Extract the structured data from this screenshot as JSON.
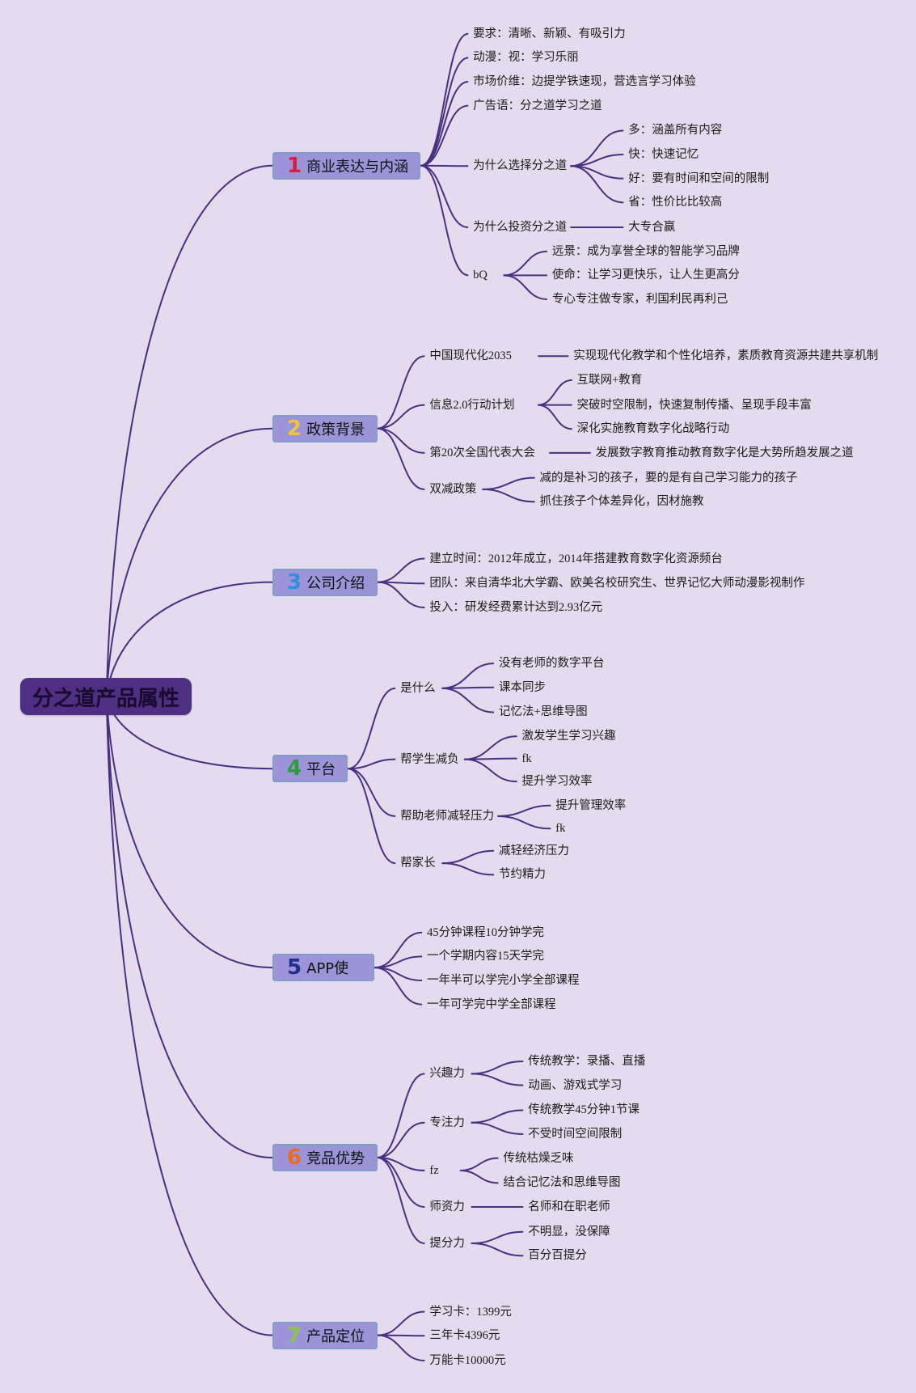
{
  "root": "分之道产品属性",
  "branches": [
    {
      "num": "1",
      "num_color": "#d81e3c",
      "label": "商业表达与内涵",
      "children": [
        {
          "text": "要求：清晰、新颖、有吸引力"
        },
        {
          "text": "动漫：视：学习乐丽"
        },
        {
          "text": "市场价维：边提学铁速现，营选言学习体验"
        },
        {
          "text": "广告语：分之道学习之道"
        },
        {
          "text": "为什么选择分之道",
          "children": [
            {
              "text": "多：涵盖所有内容"
            },
            {
              "text": "快：快速记忆"
            },
            {
              "text": "好：要有时间和空间的限制"
            },
            {
              "text": "省：性价比比较高"
            }
          ]
        },
        {
          "text": "为什么投资分之道",
          "children": [
            {
              "text": "大专合赢"
            }
          ]
        },
        {
          "text": "bQ",
          "children": [
            {
              "text": "远景：成为享誉全球的智能学习品牌"
            },
            {
              "text": "使命：让学习更快乐，让人生更高分"
            },
            {
              "text": "专心专注做专家，利国利民再利己"
            }
          ]
        }
      ]
    },
    {
      "num": "2",
      "num_color": "#f0c43a",
      "label": "政策背景",
      "children": [
        {
          "text": "中国现代化2035",
          "children": [
            {
              "text": "实现现代化教学和个性化培养，素质教育资源共建共享机制"
            }
          ]
        },
        {
          "text": "信息2.0行动计划",
          "children": [
            {
              "text": "互联网+教育"
            },
            {
              "text": "突破时空限制，快速复制传播、呈现手段丰富"
            },
            {
              "text": "深化实施教育数字化战略行动"
            }
          ]
        },
        {
          "text": "第20次全国代表大会",
          "children": [
            {
              "text": "发展数字教育推动教育数字化是大势所趋发展之道"
            }
          ]
        },
        {
          "text": "双减政策",
          "children": [
            {
              "text": "减的是补习的孩子，要的是有自己学习能力的孩子"
            },
            {
              "text": "抓住孩子个体差异化，因材施教"
            }
          ]
        }
      ]
    },
    {
      "num": "3",
      "num_color": "#2f8fdc",
      "label": "公司介绍",
      "children": [
        {
          "text": "建立时间：2012年成立，2014年搭建教育数字化资源频台"
        },
        {
          "text": "团队：来自清华北大学霸、欧美名校研究生、世界记忆大师动漫影视制作"
        },
        {
          "text": "投入：研发经费累计达到2.93亿元"
        }
      ]
    },
    {
      "num": "4",
      "num_color": "#2e9b3a",
      "label": "平台",
      "children": [
        {
          "text": "是什么",
          "children": [
            {
              "text": "没有老师的数字平台"
            },
            {
              "text": "课本同步"
            },
            {
              "text": "记忆法+思维导图"
            }
          ]
        },
        {
          "text": "帮学生减负",
          "children": [
            {
              "text": "激发学生学习兴趣"
            },
            {
              "text": "fk"
            },
            {
              "text": "提升学习效率"
            }
          ]
        },
        {
          "text": "帮助老师减轻压力",
          "children": [
            {
              "text": "提升管理效率"
            },
            {
              "text": "fk"
            }
          ]
        },
        {
          "text": "帮家长",
          "children": [
            {
              "text": "减轻经济压力"
            },
            {
              "text": "节约精力"
            }
          ]
        }
      ]
    },
    {
      "num": "5",
      "num_color": "#1f2f8a",
      "label": "APP使",
      "children": [
        {
          "text": "45分钟课程10分钟学完"
        },
        {
          "text": "一个学期内容15天学完"
        },
        {
          "text": "一年半可以学完小学全部课程"
        },
        {
          "text": "一年可学完中学全部课程"
        }
      ]
    },
    {
      "num": "6",
      "num_color": "#ee6a1f",
      "label": "竞品优势",
      "children": [
        {
          "text": "兴趣力",
          "children": [
            {
              "text": "传统教学：录播、直播"
            },
            {
              "text": "动画、游戏式学习"
            }
          ]
        },
        {
          "text": "专注力",
          "children": [
            {
              "text": "传统教学45分钟1节课"
            },
            {
              "text": "不受时间空间限制"
            }
          ]
        },
        {
          "text": "fz",
          "children": [
            {
              "text": "传统枯燥乏味"
            },
            {
              "text": "结合记忆法和思维导图"
            }
          ]
        },
        {
          "text": "师资力",
          "children": [
            {
              "text": "名师和在职老师"
            }
          ]
        },
        {
          "text": "提分力",
          "children": [
            {
              "text": "不明显，没保障"
            },
            {
              "text": "百分百提分"
            }
          ]
        }
      ]
    },
    {
      "num": "7",
      "num_color": "#8cc63f",
      "label": "产品定位",
      "children": [
        {
          "text": "学习卡：1399元"
        },
        {
          "text": "三年卡4396元"
        },
        {
          "text": "万能卡10000元"
        }
      ]
    }
  ]
}
